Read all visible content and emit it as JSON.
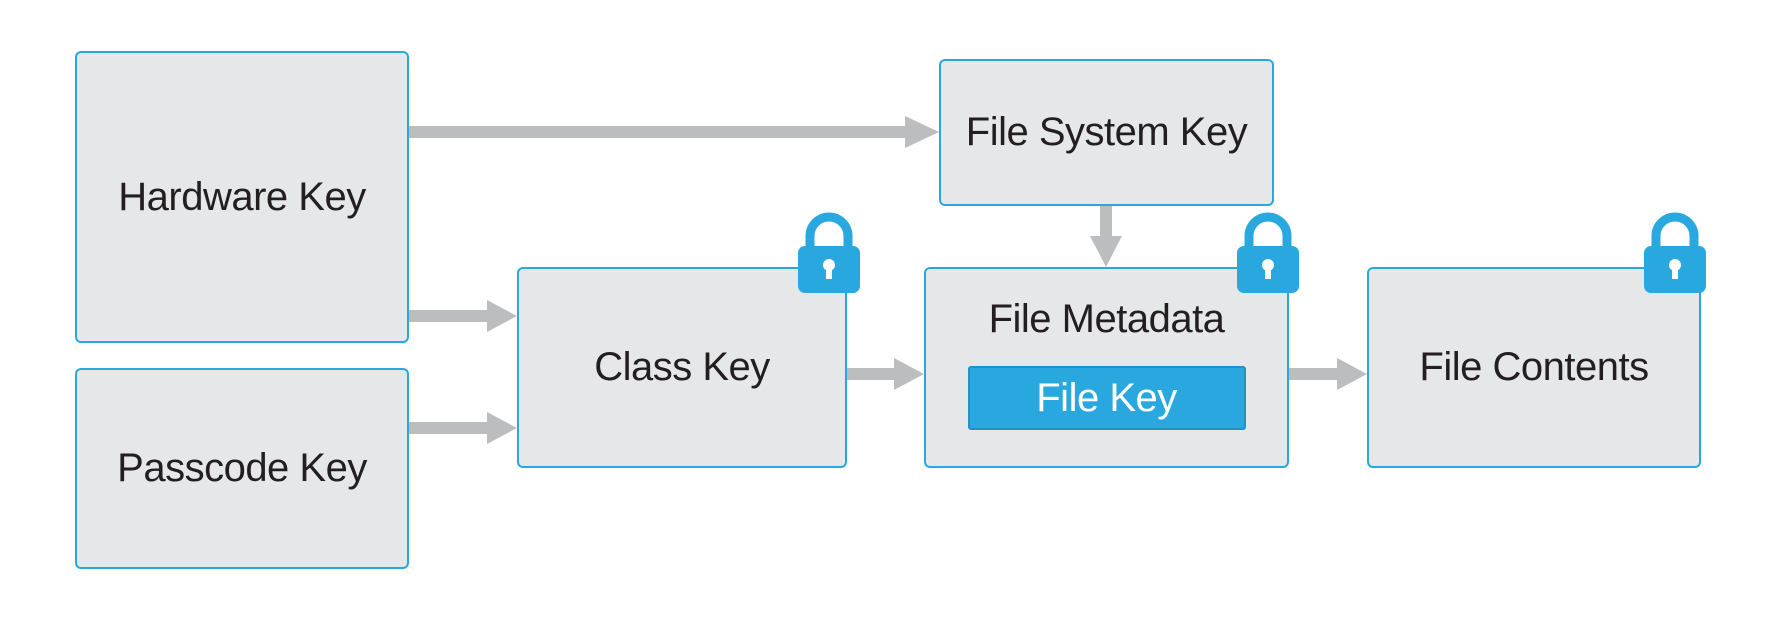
{
  "nodes": {
    "hardware_key": "Hardware Key",
    "passcode_key": "Passcode Key",
    "class_key": "Class Key",
    "file_system_key": "File System Key",
    "file_metadata": "File Metadata",
    "file_key": "File Key",
    "file_contents": "File Contents"
  },
  "colors": {
    "box_fill": "#e6e7e8",
    "box_border": "#29a8e0",
    "accent": "#29a8e0",
    "arrow": "#bcbdbf",
    "text": "#231f20"
  },
  "icons": [
    "lock-icon"
  ]
}
